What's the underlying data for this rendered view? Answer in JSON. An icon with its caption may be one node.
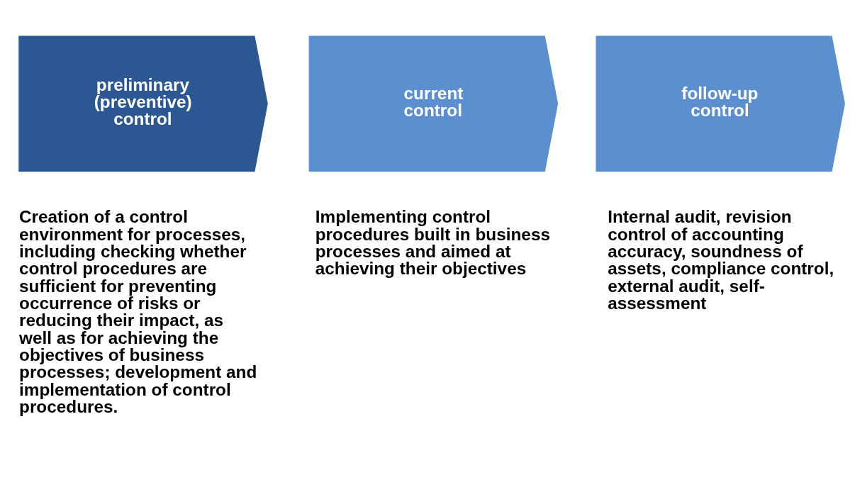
{
  "diagram": {
    "nodes": [
      {
        "text": [
          "preliminary (preventive) control"
        ],
        "beside": [
          "Creation of a control environment for processes, including checking whether control procedures are sufficient for preventing occurrence of risks or reducing their impact, as well as for achieving the objectives of business processes; development and implementation of control procedures."
        ]
      },
      {
        "text": [
          "current control"
        ],
        "beside": [
          "Implementing control procedures built in business processes and aimed at achieving their objectives"
        ]
      },
      {
        "text": [
          "follow-up control"
        ],
        "beside": [
          "Internal audit, revision control of accounting accuracy, soundness of assets, compliance control, external audit, self-assessment"
        ]
      }
    ]
  }
}
